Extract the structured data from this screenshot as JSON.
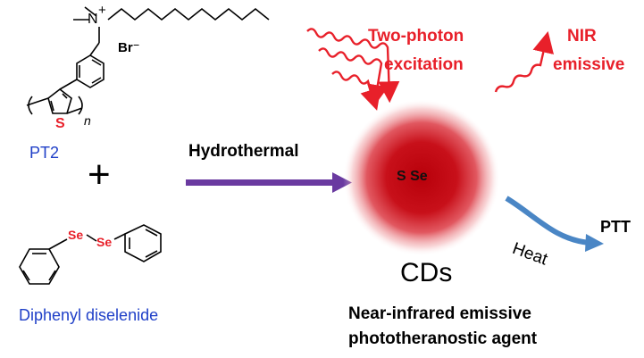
{
  "reactants": {
    "pt2": {
      "label": "PT2",
      "counter_ion": "Br⁻",
      "cation_charge": "+",
      "ring_atom": "S",
      "repeat_subscript": "n"
    },
    "plus_sign": "+",
    "diselenide": {
      "label": "Diphenyl diselenide",
      "atom1": "Se",
      "atom2": "Se"
    }
  },
  "process": {
    "label": "Hydrothermal"
  },
  "product": {
    "core_label": "S Se",
    "name": "CDs",
    "description_line1": "Near-infrared emissive",
    "description_line2": "phototheranostic agent"
  },
  "photophysics": {
    "excitation_line1": "Two-photon",
    "excitation_line2": "excitation",
    "emission_line1": "NIR",
    "emission_line2": "emissive"
  },
  "therapy": {
    "heat_label": "Heat",
    "ptt_label": "PTT"
  },
  "colors": {
    "accent_red": "#e8202a",
    "pt2_blue": "#2040c8",
    "arrow_purple": "#6a3aa0",
    "heat_arrow_blue": "#4a86c5",
    "dot_core": "#c0000c"
  }
}
